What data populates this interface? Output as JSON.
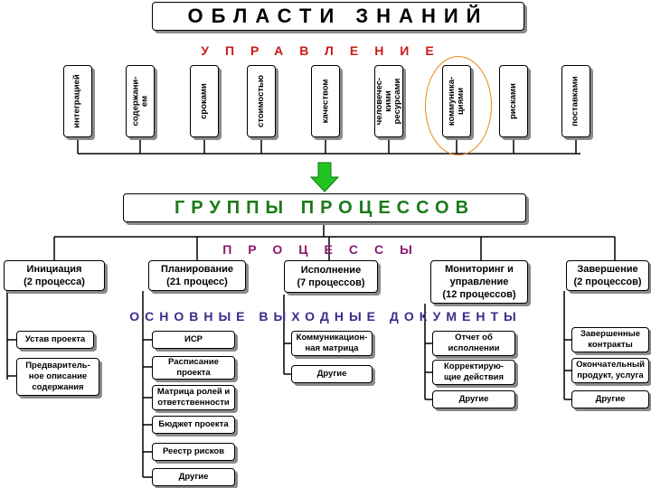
{
  "title": "ОБЛАСТИ ЗНАНИЙ",
  "management_label": "УПРАВЛЕНИЕ",
  "areas": [
    {
      "label": "интеграцией"
    },
    {
      "label": "содержани-\nем"
    },
    {
      "label": "сроками"
    },
    {
      "label": "стоимостью"
    },
    {
      "label": "качеством"
    },
    {
      "label": "человечес-\nкими\nресурсами"
    },
    {
      "label": "коммуника-\nциями"
    },
    {
      "label": "рисками"
    },
    {
      "label": "поставками"
    }
  ],
  "groups_title": "ГРУППЫ ПРОЦЕССОВ",
  "processes_label": "ПРОЦЕССЫ",
  "outputs_label": "ОСНОВНЫЕ ВЫХОДНЫЕ ДОКУМЕНТЫ",
  "processes": [
    {
      "name": "Инициация",
      "count": "(2 процесса)"
    },
    {
      "name": "Планирование",
      "count": "(21 процесс)"
    },
    {
      "name": "Исполнение",
      "count": "(7 процессов)"
    },
    {
      "name": "Мониторинг и управление",
      "count": "(12 процессов)"
    },
    {
      "name": "Завершение",
      "count": "(2 процессов)"
    }
  ],
  "outputs": {
    "initiation": [
      "Устав проекта",
      "Предваритель-ное описание содержания"
    ],
    "planning": [
      "ИСР",
      "Расписание проекта",
      "Матрица ролей и ответственности",
      "Бюджет проекта",
      "Реестр рисков",
      "Другие"
    ],
    "execution": [
      "Коммуникацион-ная матрица",
      "Другие"
    ],
    "monitoring": [
      "Отчет об исполнении",
      "Корректирую-щие действия",
      "Другие"
    ],
    "closing": [
      "Завершенные контракты",
      "Окончательный продукт, услуга",
      "Другие"
    ]
  },
  "colors": {
    "groups_title": "#1a7a1a",
    "management": "#cc1a1a",
    "processes": "#8b1a6b",
    "outputs": "#3d2a8a",
    "arrow": "#22c422",
    "highlight": "#e8891a"
  }
}
